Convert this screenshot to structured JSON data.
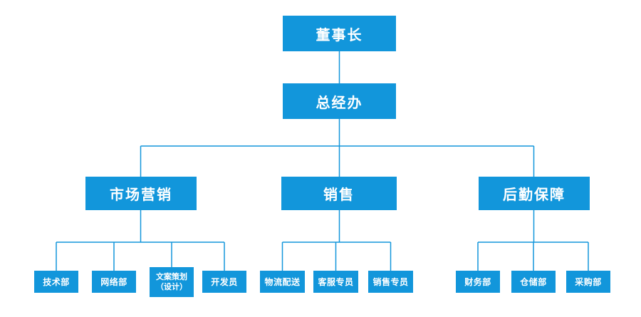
{
  "chart": {
    "accent_color": "#1296db",
    "line_color": "#1296db",
    "root": {
      "label": "董事长"
    },
    "level2": {
      "label": "总经办"
    },
    "branches": [
      {
        "label": "市场营销",
        "children": [
          {
            "label": "技术部"
          },
          {
            "label": "网络部"
          },
          {
            "label": "文案策划\n（设计）"
          },
          {
            "label": "开发员"
          }
        ]
      },
      {
        "label": "销售",
        "children": [
          {
            "label": "物流配送"
          },
          {
            "label": "客服专员"
          },
          {
            "label": "销售专员"
          }
        ]
      },
      {
        "label": "后勤保障",
        "children": [
          {
            "label": "财务部"
          },
          {
            "label": "仓储部"
          },
          {
            "label": "采购部"
          }
        ]
      }
    ]
  }
}
